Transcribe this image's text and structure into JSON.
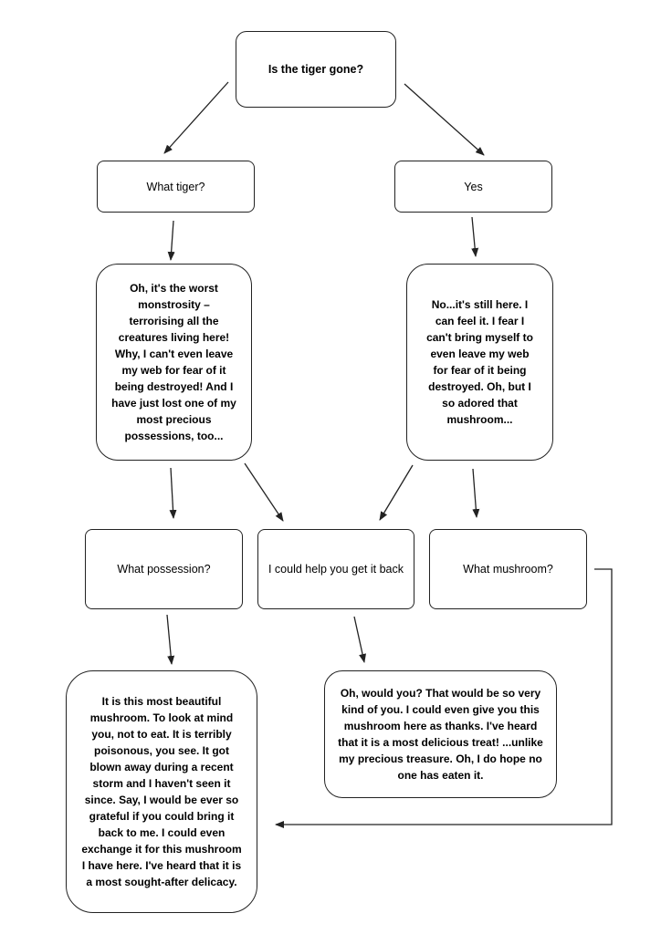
{
  "nodes": {
    "root": "Is the tiger gone?",
    "what_tiger": "What tiger?",
    "yes": "Yes",
    "worst_monstrosity": "Oh, it's the worst monstrosity – terrorising all the creatures living here! Why, I can't even leave my web for fear of it being destroyed! And I have just lost one of my most precious possessions, too...",
    "still_here": "No...it's still here. I can feel it. I fear I can't bring myself to even leave my web for fear of it being destroyed. Oh, but I so adored that mushroom...",
    "what_possession": "What possession?",
    "help_back": "I could help you get it back",
    "what_mushroom": "What mushroom?",
    "beautiful_mushroom": "It is this most beautiful mushroom. To look at mind you, not to eat. It is terribly poisonous, you see. It got blown away during a recent storm and I haven't seen it since. Say, I would be ever so grateful if you could bring it back to me. I could even exchange it for this mushroom I have here. I've heard that it is a most sought-after delicacy.",
    "would_you": "Oh, would you? That would be so very kind of you. I could even give you this mushroom here as thanks. I've heard that it is a most delicious treat! ...unlike my precious treasure. Oh, I do hope no one has eaten it."
  }
}
